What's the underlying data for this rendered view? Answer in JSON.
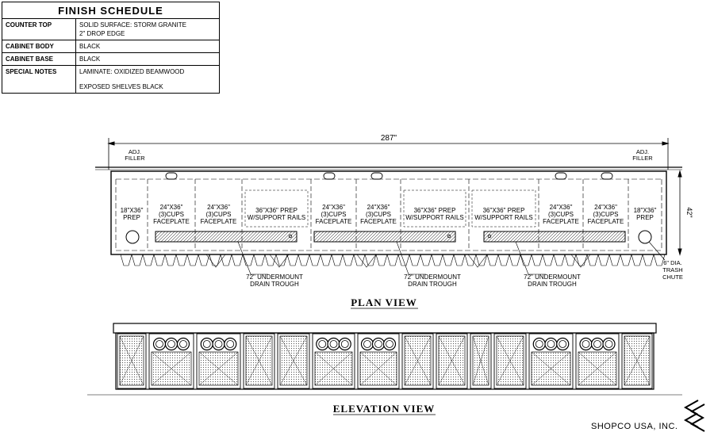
{
  "finish_schedule": {
    "title": "FINISH SCHEDULE",
    "rows": [
      {
        "label": "COUNTER TOP",
        "lines": [
          "SOLID SURFACE: STORM GRANITE",
          "2\" DROP EDGE"
        ]
      },
      {
        "label": "CABINET BODY",
        "lines": [
          "BLACK"
        ]
      },
      {
        "label": "CABINET BASE",
        "lines": [
          "BLACK"
        ]
      },
      {
        "label": "SPECIAL NOTES",
        "lines": [
          "LAMINATE: OXIDIZED BEAMWOOD",
          "EXPOSED SHELVES BLACK"
        ]
      }
    ]
  },
  "plan": {
    "overall_width": "287\"",
    "depth": "42\"",
    "adj_filler_left": [
      "ADJ.",
      "FILLER"
    ],
    "adj_filler_right": [
      "ADJ.",
      "FILLER"
    ],
    "sections": [
      {
        "lines": [
          "18\"X36\"",
          "PREP"
        ]
      },
      {
        "lines": [
          "24\"X36\"",
          "(3)CUPS",
          "FACEPLATE"
        ]
      },
      {
        "lines": [
          "24\"X36\"",
          "(3)CUPS",
          "FACEPLATE"
        ]
      },
      {
        "lines": [
          "36\"X36\" PREP",
          "W/SUPPORT RAILS"
        ]
      },
      {
        "lines": [
          "24\"X36\"",
          "(3)CUPS",
          "FACEPLATE"
        ]
      },
      {
        "lines": [
          "24\"X36\"",
          "(3)CUPS",
          "FACEPLATE"
        ]
      },
      {
        "lines": [
          "36\"X36\" PREP",
          "W/SUPPORT RAILS"
        ]
      },
      {
        "lines": [
          "36\"X36\" PREP",
          "W/SUPPORT RAILS"
        ]
      },
      {
        "lines": [
          "24\"X36\"",
          "(3)CUPS",
          "FACEPLATE"
        ]
      },
      {
        "lines": [
          "24\"X36\"",
          "(3)CUPS",
          "FACEPLATE"
        ]
      },
      {
        "lines": [
          "18\"X36\"",
          "PREP"
        ]
      }
    ],
    "drain_callouts": [
      {
        "lines": [
          "72\" UNDERMOUNT",
          "DRAIN TROUGH"
        ]
      },
      {
        "lines": [
          "72\" UNDERMOUNT",
          "DRAIN TROUGH"
        ]
      },
      {
        "lines": [
          "72\" UNDERMOUNT",
          "DRAIN TROUGH"
        ]
      }
    ],
    "trash_chute": [
      "6\" DIA.",
      "TRASH",
      "CHUTE"
    ]
  },
  "views": {
    "plan_title": "PLAN VIEW",
    "elevation_title": "ELEVATION VIEW"
  },
  "brand": {
    "name": "SHOPCO USA, INC.",
    "logo_icon": "shopco-s-logo-icon"
  }
}
